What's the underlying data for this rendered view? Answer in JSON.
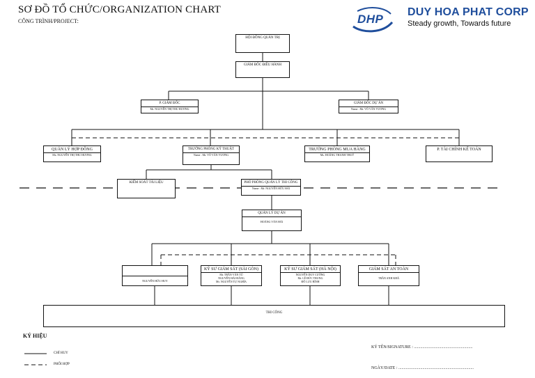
{
  "header": {
    "title": "SƠ ĐỒ TỔ CHỨC/ORGANIZATION CHART",
    "project_label": "CÔNG TRÌNH/PROJECT:"
  },
  "logo": {
    "mark": "DHP",
    "company": "DUY HOA PHAT CORP",
    "slogan": "Steady growth, Towards future",
    "color": "#1f4e9c"
  },
  "nodes": {
    "board": {
      "title": "HỘI ĐỒNG QUẢN TRỊ"
    },
    "ceo": {
      "title": "GIÁM ĐỐC ĐIỀU HÀNH"
    },
    "deputy_director": {
      "title": "P. GIÁM ĐỐC",
      "name": "Mr. NGUYỄN THỊ THU HƯƠNG"
    },
    "project_director": {
      "title": "GIÁM ĐỐC DỰ ÁN",
      "name": "Name : Mr. VÕ VĂN VƯƠNG"
    },
    "contracts": {
      "title": "QUẢN LÝ HỢP ĐỒNG",
      "name": "Ms. NGUYỄN THỊ THU HƯƠNG"
    },
    "technical_head": {
      "title": "TRƯỞNG PHÒNG KỸ THUẬT",
      "name": "Name : Mr. VÕ VĂN VƯƠNG"
    },
    "purchasing_head": {
      "title": "TRƯỞNG PHÒNG MUA HÀNG",
      "name": "Ms. HOÀNG THANH THUÝ"
    },
    "finance": {
      "title": "P. TÀI CHÍNH KẾ TOÁN"
    },
    "document_control": {
      "title": "KIỂM SOÁT TÀI LIỆU"
    },
    "deputy_construction": {
      "title": "PHÓ PHÒNG QUẢN LÝ THI CÔNG",
      "name": "Name : Mr. NGUYỄN HỮU HẢI"
    },
    "project_manager": {
      "title": "QUẢN LÝ DỰ ÁN",
      "name": "HOÀNG VĂN HẢI"
    },
    "engineer_1": {
      "title": "",
      "names": [
        "NGUYỄN HỮU HUY"
      ]
    },
    "engineer_sg": {
      "title": "KỸ SƯ GIÁM SÁT (SÀI GÒN)",
      "names": [
        "Mr. TRẦN VĂN TÚ",
        "NGUYỄN HẢI ĐĂNG",
        "Mr. NGUYỄN    TỰ NGHĨA"
      ]
    },
    "engineer_hn": {
      "title": "KỸ SƯ GIÁM SÁT (HÀ NỘI)",
      "names": [
        "NGUYỄN DUY CƯỜNG",
        "Mr. LÊ ĐỨC TRUNG",
        "ĐỖ LƯU BÌNH"
      ]
    },
    "safety": {
      "title": "GIÁM SÁT AN TOÀN",
      "names": [
        "TRẦN    ANH KHÁ"
      ]
    },
    "construction": {
      "title": "THI CÔNG"
    }
  },
  "legend": {
    "title": "KÝ HIỆU",
    "solid": "CHỈ HUY",
    "dashed": "PHỐI HỢP"
  },
  "signature": {
    "sign_label": "KÝ TÊN/SIGNATURE : ........................................................",
    "date_label": "NGÀY/DATE : ........................................................................"
  }
}
